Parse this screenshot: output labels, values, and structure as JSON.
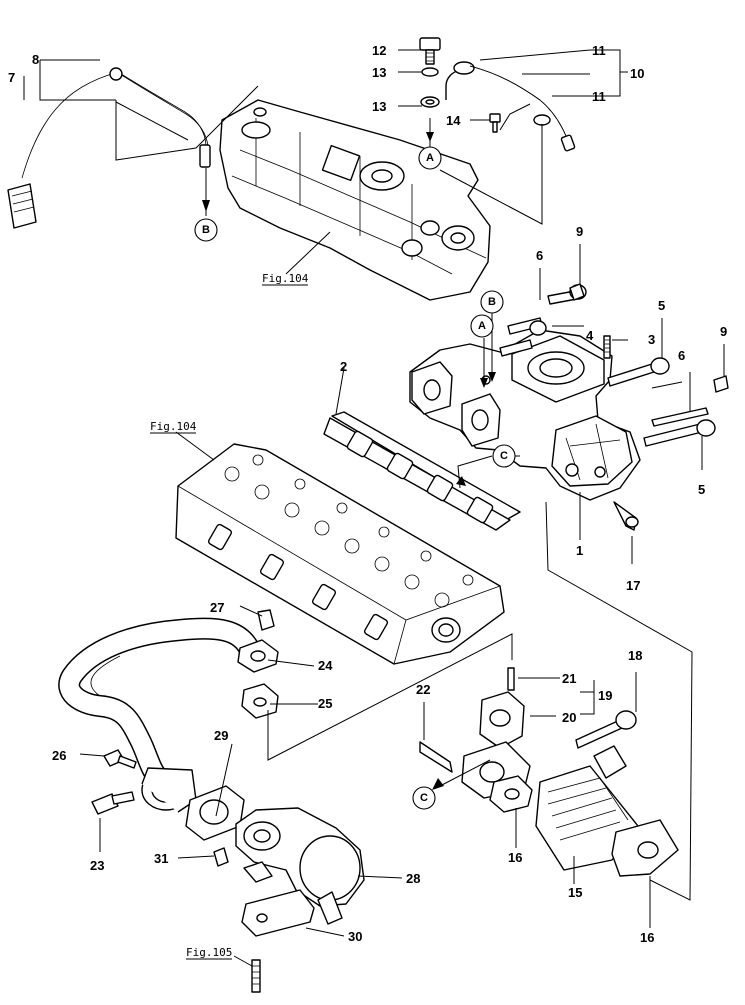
{
  "callouts": {
    "c1": "1",
    "c2": "2",
    "c3": "3",
    "c4": "4",
    "c5a": "5",
    "c5b": "5",
    "c6a": "6",
    "c6b": "6",
    "c7": "7",
    "c8": "8",
    "c9a": "9",
    "c9b": "9",
    "c10": "10",
    "c11a": "11",
    "c11b": "11",
    "c12": "12",
    "c13a": "13",
    "c13b": "13",
    "c14": "14",
    "c15": "15",
    "c16a": "16",
    "c16b": "16",
    "c17": "17",
    "c18": "18",
    "c19": "19",
    "c20": "20",
    "c21": "21",
    "c22": "22",
    "c23": "23",
    "c24": "24",
    "c25": "25",
    "c26": "26",
    "c27": "27",
    "c28": "28",
    "c29": "29",
    "c30": "30",
    "c31": "31"
  },
  "connectors": {
    "a_top": "A",
    "a_mid": "A",
    "b_top": "B",
    "b_mid": "B",
    "c_mid": "C",
    "c_low": "C"
  },
  "figure_refs": {
    "valve_cover": "Fig.104",
    "cylinder_head": "Fig.104",
    "egr_stud": "Fig.105"
  }
}
